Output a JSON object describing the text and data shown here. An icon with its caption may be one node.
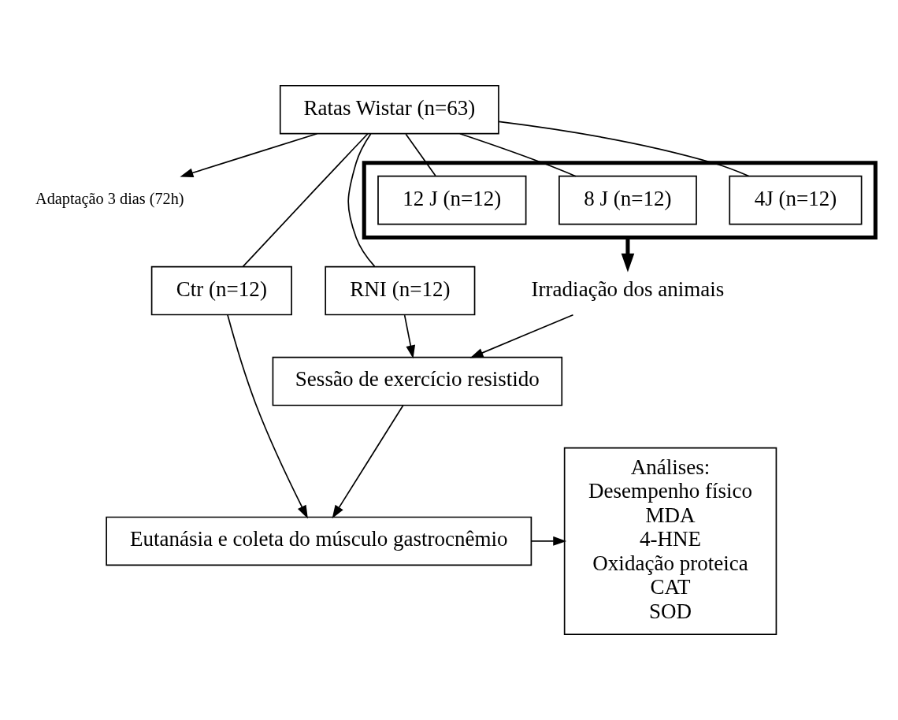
{
  "diagram": {
    "nodes": [
      {
        "text": [
          "Ratas Wistar (n=63)"
        ]
      },
      {
        "text": [
          "Adaptação 3 dias (72h)"
        ]
      },
      {
        "text": [
          "Ctr (n=12)"
        ]
      },
      {
        "text": [
          "RNI (n=12)"
        ]
      },
      {
        "text": [],
        "shape": "box"
      },
      {
        "text": [
          "4J (n=12)"
        ],
        "in": 4
      },
      {
        "text": [
          "8 J (n=12)"
        ],
        "in": 4
      },
      {
        "text": [
          "12 J (n=12)"
        ],
        "in": 4
      },
      {
        "text": [
          "Irradiação dos animais"
        ]
      },
      {
        "text": [
          "Sessão de exercício resistido"
        ]
      },
      {
        "text": [
          "Eutanásia e coleta do músculo gastrocnêmio"
        ]
      },
      {
        "text": [
          "Análises:",
          "Desempenho físico",
          "MDA",
          "4-HNE",
          "Oxidação proteica",
          "CAT",
          "SOD"
        ]
      }
    ],
    "edges": [
      {
        "from": 0,
        "to": 1,
        "arrow": "to"
      },
      {
        "from": 0,
        "to": 2,
        "arrow": "none"
      },
      {
        "from": 0,
        "to": 3,
        "arrow": "none"
      },
      {
        "from": 0,
        "to": 5,
        "arrow": "none"
      },
      {
        "from": 0,
        "to": 6,
        "arrow": "none"
      },
      {
        "from": 0,
        "to": 7,
        "arrow": "none"
      },
      {
        "from": 4,
        "to": 8,
        "arrow": "to",
        "style": "thick"
      },
      {
        "from": 3,
        "to": 9,
        "arrow": "to"
      },
      {
        "from": 8,
        "to": 9,
        "arrow": "to"
      },
      {
        "from": 9,
        "to": 10,
        "arrow": "to"
      },
      {
        "from": 2,
        "to": 10,
        "arrow": "to"
      },
      {
        "from": 10,
        "to": 11,
        "arrow": "to"
      }
    ]
  }
}
